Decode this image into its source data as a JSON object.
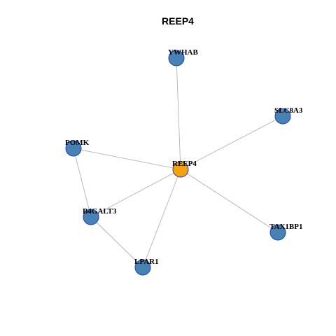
{
  "title": "REEP4",
  "colors": {
    "center_node": "#f5a30d",
    "neighbor_node": "#4682b4",
    "node_border": "#1f3fbf",
    "edge": "#b3b3b3"
  },
  "nodes": [
    {
      "id": "REEP4",
      "label": "REEP4",
      "role": "center"
    },
    {
      "id": "YWHAB",
      "label": "YWHAB",
      "role": "neighbor"
    },
    {
      "id": "SLC8A3",
      "label": "SLC8A3",
      "role": "neighbor"
    },
    {
      "id": "POMK",
      "label": "POMK",
      "role": "neighbor"
    },
    {
      "id": "B4GALT3",
      "label": "B4GALT3",
      "role": "neighbor"
    },
    {
      "id": "TAX1BP1",
      "label": "TAX1BP1",
      "role": "neighbor"
    },
    {
      "id": "LPAR1",
      "label": "LPAR1",
      "role": "neighbor"
    }
  ],
  "edges": [
    {
      "source": "REEP4",
      "target": "YWHAB"
    },
    {
      "source": "REEP4",
      "target": "SLC8A3"
    },
    {
      "source": "REEP4",
      "target": "POMK"
    },
    {
      "source": "REEP4",
      "target": "B4GALT3"
    },
    {
      "source": "REEP4",
      "target": "TAX1BP1"
    },
    {
      "source": "REEP4",
      "target": "LPAR1"
    },
    {
      "source": "POMK",
      "target": "B4GALT3"
    },
    {
      "source": "B4GALT3",
      "target": "LPAR1"
    }
  ]
}
